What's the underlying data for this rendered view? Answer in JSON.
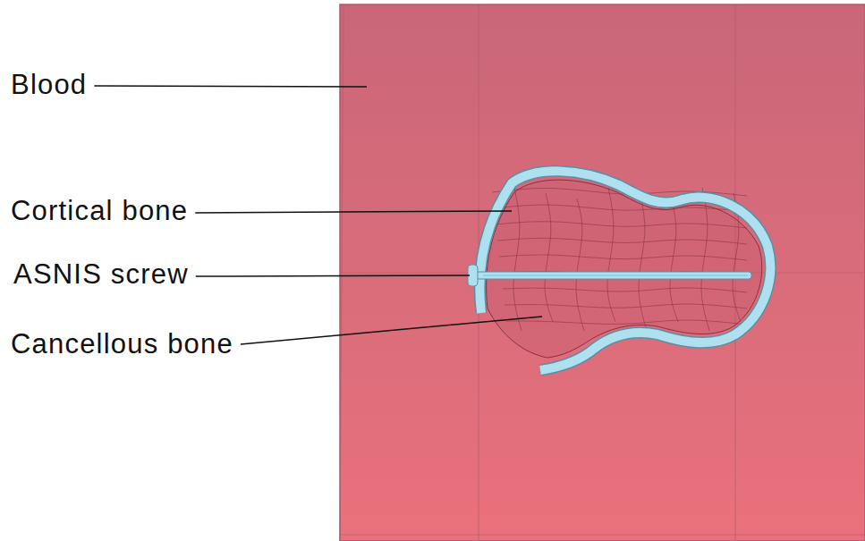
{
  "diagram": {
    "labels": [
      "Blood",
      "Cortical bone",
      "ASNIS screw",
      "Cancellous bone"
    ]
  }
}
